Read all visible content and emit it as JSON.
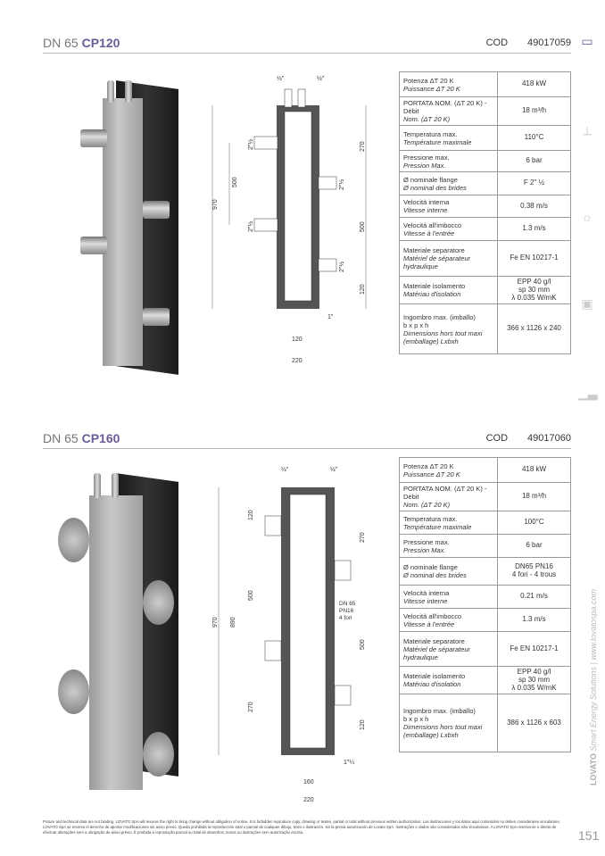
{
  "sections": [
    {
      "prefix": "DN 65",
      "model": "CP120",
      "cod_label": "COD",
      "cod": "49017059",
      "rows": [
        [
          "Potenza ΔT 20 K",
          "Puissance ΔT 20 K",
          "418 kW"
        ],
        [
          "PORTATA NOM. (ΔT 20 K) - Débit",
          "Nom. (ΔT 20 K)",
          "18 m³/h"
        ],
        [
          "Temperatura max.",
          "Température maximale",
          "110°C"
        ],
        [
          "Pressione max.",
          "Pression Max.",
          "6 bar"
        ],
        [
          "Ø nominale flange",
          "Ø nominal des brides",
          "F 2\" ½"
        ],
        [
          "Velocità interna",
          "Vitesse interne",
          "0.38 m/s"
        ],
        [
          "Velocità all'imbocco",
          "Vitesse à l'entrée",
          "1.3 m/s"
        ],
        [
          "Materiale separatore",
          "Matériel de séparateur hydraulique",
          "Fe EN 10217-1"
        ],
        [
          "Materiale isolamento",
          "Matériau d'isolation",
          "EPP 40 g/l\nsp 30 mm\nλ 0.035 W/mK"
        ],
        [
          "Ingombro max. (imballo)\nb x p x h",
          "Dimensions hors tout maxi (emballage) Lxbxh",
          "366 x 1126 x 240"
        ]
      ],
      "drawing": {
        "top_left": "½\"",
        "top_right": "½\"",
        "total": "970",
        "left_span": "500",
        "left_conn1": "2\"½",
        "left_conn2": "2\"½",
        "right_top": "270",
        "right_mid": "500",
        "right_bot": "120",
        "right_conn1": "2\"½",
        "right_conn2": "2\"½",
        "bottom_conn": "1\"",
        "inner_sq": "120",
        "outer_sq": "220"
      }
    },
    {
      "prefix": "DN 65",
      "model": "CP160",
      "cod_label": "COD",
      "cod": "49017060",
      "rows": [
        [
          "Potenza ΔT 20 K",
          "Puissance ΔT 20 K",
          "418 kW"
        ],
        [
          "PORTATA NOM. (ΔT 20 K) - Débit",
          "Nom. (ΔT 20 K)",
          "18 m³/h"
        ],
        [
          "Temperatura max.",
          "Température maximale",
          "100°C"
        ],
        [
          "Pressione max.",
          "Pression Max.",
          "6 bar"
        ],
        [
          "Ø nominale flange",
          "Ø nominal des brides",
          "DN65 PN16\n4 fori - 4 trous"
        ],
        [
          "Velocità interna",
          "Vitesse interne",
          "0.21 m/s"
        ],
        [
          "Velocità all'imbocco",
          "Vitesse à l'entrée",
          "1.3 m/s"
        ],
        [
          "Materiale separatore",
          "Matériel de séparateur hydraulique",
          "Fe EN 10217-1"
        ],
        [
          "Materiale isolamento",
          "Matériau d'isolation",
          "EPP 40 g/l\nsp 30 mm\nλ 0.035 W/mK"
        ],
        [
          "Ingombro max. (imballo)\nb x p x h",
          "Dimensions hors tout maxi (emballage) Lxbxh",
          "386 x 1126 x 603"
        ]
      ],
      "drawing": {
        "top_left": "½\"",
        "top_right": "½\"",
        "total": "970",
        "inner_total": "890",
        "left_top": "120",
        "left_mid": "500",
        "left_bot": "270",
        "right_top": "270",
        "right_mid": "500",
        "right_bot": "120",
        "flange_note": "DN 65\nPN16\n4 fori",
        "bottom_conn": "1\"¼",
        "inner_sq": "160",
        "outer_sq": "220"
      }
    }
  ],
  "sidebar": {
    "brand": "LOVATO",
    "tagline": "Smart Energy Solutions",
    "url": "www.lovatospa.com",
    "icons": [
      "radiator-icon",
      "floor-heating-icon",
      "sun-icon",
      "boiler-icon",
      "chart-icon"
    ]
  },
  "footer": {
    "disclaimer": "Picture and technical data are not binding. LOVATO SpA will reserve the right to bring change without obligation of notice. It is forbidden reproduce copy, drawing or textes, partial or total without previous written authorization. Las ilustraciones y los datos aquí contenidos no deben considerarse vinculantes. LOVATO SpA se reserva el derecho de aportar modificaciones sin aviso previo. Queda prohibida la reproducción total o parcial de cualquier dibujo, texto o ilustración, sin la previa autorización de Lovato SpA. Ilustrações e dados são considerados não vinculativos. A LOVATO SpA reserva-se o direito de efectuar alterações sem a obrigação de aviso prévio. É proibida a reprodução parcial ou total de desenhos, textos ou ilustrações sem autorização escrita.",
    "page": "151"
  },
  "colors": {
    "accent": "#6b5b95"
  }
}
